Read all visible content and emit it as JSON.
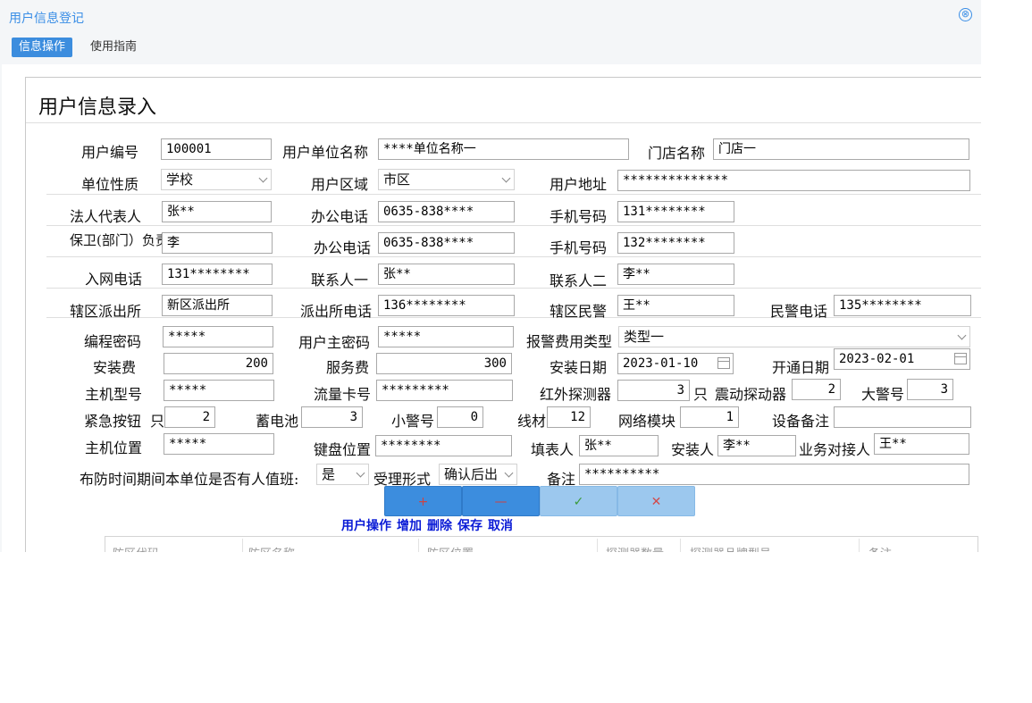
{
  "window": {
    "title": "用户信息登记",
    "close_icon": "⊗"
  },
  "tabs": [
    {
      "label": "信息操作"
    },
    {
      "label": "使用指南"
    }
  ],
  "form": {
    "heading": "用户信息录入",
    "user_no": {
      "label": "用户编号",
      "value": "100001"
    },
    "unit_name": {
      "label": "用户单位名称",
      "value": "****单位名称一"
    },
    "store_name": {
      "label": "门店名称",
      "value": "门店一"
    },
    "unit_type": {
      "label": "单位性质",
      "value": "学校"
    },
    "area": {
      "label": "用户区域",
      "value": "市区"
    },
    "address": {
      "label": "用户地址",
      "value": "**************"
    },
    "legal_rep": {
      "label": "法人代表人",
      "value": "张**"
    },
    "office_phone1": {
      "label": "办公电话",
      "value": "0635-838****"
    },
    "mobile1": {
      "label": "手机号码",
      "value": "131********"
    },
    "security_head": {
      "label": "保卫(部门）负责",
      "value": "李"
    },
    "office_phone2": {
      "label": "办公电话",
      "value": "0635-838****"
    },
    "mobile2": {
      "label": "手机号码",
      "value": "132********"
    },
    "net_phone": {
      "label": "入网电话",
      "value": "131********"
    },
    "contact1": {
      "label": "联系人一",
      "value": "张**"
    },
    "contact2": {
      "label": "联系人二",
      "value": "李**"
    },
    "police_station": {
      "label": "辖区派出所",
      "value": "新区派出所"
    },
    "station_phone": {
      "label": "派出所电话",
      "value": "136********"
    },
    "police_officer": {
      "label": "辖区民警",
      "value": "王**"
    },
    "officer_phone": {
      "label": "民警电话",
      "value": "135********"
    },
    "program_pwd": {
      "label": "编程密码",
      "value": "*****"
    },
    "master_pwd": {
      "label": "用户主密码",
      "value": "*****"
    },
    "alarm_fee_type": {
      "label": "报警费用类型",
      "value": "类型一"
    },
    "install_fee": {
      "label": "安装费",
      "value": "200"
    },
    "service_fee": {
      "label": "服务费",
      "value": "300"
    },
    "install_date": {
      "label": "安装日期",
      "value": "2023-01-10"
    },
    "open_date": {
      "label": "开通日期",
      "value": "2023-02-01"
    },
    "host_model": {
      "label": "主机型号",
      "value": "*****"
    },
    "sim_card": {
      "label": "流量卡号",
      "value": "*********"
    },
    "ir_detector": {
      "label": "红外探测器",
      "value": "3",
      "unit": "只"
    },
    "vibration_detector": {
      "label": "震动探动器",
      "value": "2"
    },
    "big_siren": {
      "label": "大警号",
      "value": "3"
    },
    "panic_button": {
      "label": "紧急按钮",
      "unit": "只",
      "value": "2"
    },
    "battery": {
      "label": "蓄电池",
      "value": "3"
    },
    "small_siren": {
      "label": "小警号",
      "value": "0"
    },
    "wire": {
      "label": "线材",
      "value": "12"
    },
    "network_module": {
      "label": "网络模块",
      "value": "1"
    },
    "device_note": {
      "label": "设备备注",
      "value": ""
    },
    "host_location": {
      "label": "主机位置",
      "value": "*****"
    },
    "keypad_location": {
      "label": "键盘位置",
      "value": "********"
    },
    "filled_by": {
      "label": "填表人",
      "value": "张**"
    },
    "installer": {
      "label": "安装人",
      "value": "李**"
    },
    "business_contact": {
      "label": "业务对接人",
      "value": "王**"
    },
    "on_duty": {
      "label": "布防时间期间本单位是否有人值班:",
      "value": "是"
    },
    "accept_mode": {
      "label": "受理形式",
      "value": "确认后出"
    },
    "remark": {
      "label": "备注",
      "value": "**********"
    }
  },
  "buttons": {
    "add_icon": "+",
    "delete_icon": "—",
    "save_icon": "✓",
    "cancel_icon": "✕"
  },
  "ops_labels": [
    "用户操作",
    "增加",
    "删除",
    "保存",
    "取消"
  ],
  "zone_table": {
    "headers": [
      "防区代码",
      "防区名称",
      "防区位置",
      "探测器数量",
      "探测器品牌型号",
      "备注"
    ]
  },
  "colors": {
    "accent": "#3c8dde",
    "title": "#3a8ee6",
    "ops_text": "#0a1bd6",
    "button_light": "#9cc8ee"
  }
}
